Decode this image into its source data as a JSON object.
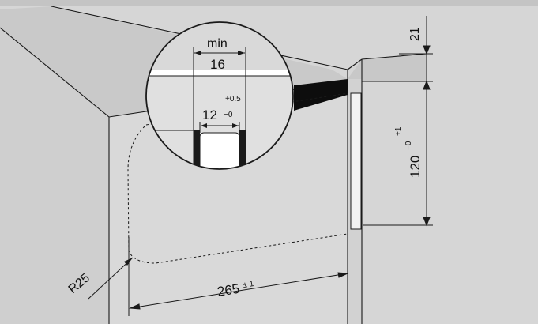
{
  "colors": {
    "background": "#d6d6d6",
    "panel": "#d9d9d9",
    "panel_front": "#dcdcdc",
    "top_face": "#c9c9c9",
    "line": "#1a1a1a",
    "white": "#ffffff",
    "top_band": "#c4c4c4"
  },
  "labels": {
    "min_word": "min",
    "min_value": "16",
    "tol_value": "12",
    "tol_upper": "+0.5",
    "tol_lower": "−0",
    "top_gap": "21",
    "height_value": "120",
    "height_upper": "+1",
    "height_lower": "−0",
    "radius": "R25",
    "width_value": "265",
    "width_tol": "± 1"
  }
}
